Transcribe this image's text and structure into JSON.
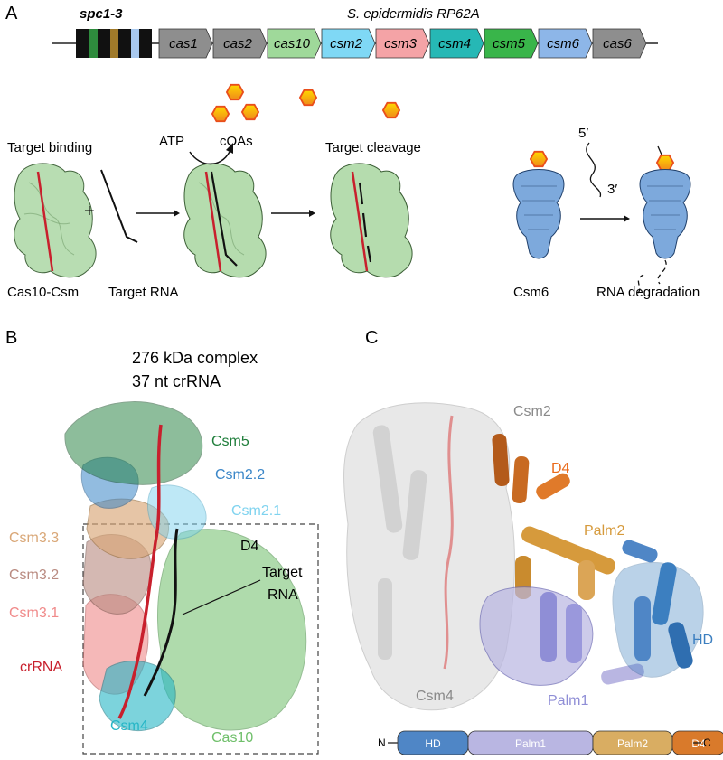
{
  "panel_labels": {
    "a": "A",
    "b": "B",
    "c": "C"
  },
  "operon": {
    "spacer_label": "spc1-3",
    "organism_label": "S. epidermidis RP62A",
    "genes": [
      {
        "name": "cas1",
        "color": "#8e8e8e"
      },
      {
        "name": "cas2",
        "color": "#8e8e8e"
      },
      {
        "name": "cas10",
        "color": "#9fd99a"
      },
      {
        "name": "csm2",
        "color": "#7fd8f5"
      },
      {
        "name": "csm3",
        "color": "#f4a3a6"
      },
      {
        "name": "csm4",
        "color": "#26b8b5"
      },
      {
        "name": "csm5",
        "color": "#39b54a"
      },
      {
        "name": "csm6",
        "color": "#8db6e8"
      },
      {
        "name": "cas6",
        "color": "#8e8e8e"
      }
    ],
    "spacer_colors": [
      "#111111",
      "#2e8b3d",
      "#111111",
      "#a07a2a",
      "#111111",
      "#a8c8ee"
    ]
  },
  "mechanism": {
    "target_binding": "Target binding",
    "plus": "+",
    "atp": "ATP",
    "coas": "cOAs",
    "target_cleavage": "Target cleavage",
    "cas10_csm": "Cas10-Csm",
    "target_rna": "Target RNA",
    "five_prime": "5′",
    "three_prime": "3′",
    "csm6": "Csm6",
    "rna_degradation": "RNA degradation"
  },
  "panel_b": {
    "size_label": "276 kDa complex",
    "crrna_label": "37 nt crRNA",
    "labels": {
      "csm5": "Csm5",
      "csm2_2": "Csm2.2",
      "csm2_1": "Csm2.1",
      "csm3_3": "Csm3.3",
      "csm3_2": "Csm3.2",
      "csm3_1": "Csm3.1",
      "crrna": "crRNA",
      "csm4": "Csm4",
      "cas10": "Cas10",
      "d4": "D4",
      "target_rna_1": "Target",
      "target_rna_2": "RNA"
    }
  },
  "panel_c": {
    "labels": {
      "csm2": "Csm2",
      "d4": "D4",
      "palm2": "Palm2",
      "hd": "HD",
      "csm4": "Csm4",
      "palm1": "Palm1"
    },
    "domain_bar": {
      "n_label": "N",
      "c_label": "C",
      "domains": [
        {
          "name": "HD",
          "color": "#4f86c6"
        },
        {
          "name": "Palm1",
          "color": "#b9b6e2"
        },
        {
          "name": "Palm2",
          "color": "#d9ad62"
        },
        {
          "name": "D4",
          "color": "#d97a2b"
        }
      ]
    }
  },
  "colors": {
    "csm5": "#1e7d3a",
    "csm2_2": "#3a86c8",
    "csm2_1": "#7fd3ef",
    "csm3_3": "#d9a777",
    "csm3_2": "#b98a80",
    "csm3_1": "#f08a8a",
    "crrna": "#c8202d",
    "csm4": "#26b6c6",
    "cas10": "#6fbf6a",
    "csm2_grey": "#8a8a8a",
    "d4": "#ea6a1a",
    "palm2": "#d69a3c",
    "hd": "#3c7fc0",
    "palm1": "#8f8ed6",
    "cas10_green": "#b5dcae",
    "csm6_blue": "#7da9dc",
    "hexagon_fill": "#f5c400",
    "hexagon_stroke": "#e94e1b"
  }
}
